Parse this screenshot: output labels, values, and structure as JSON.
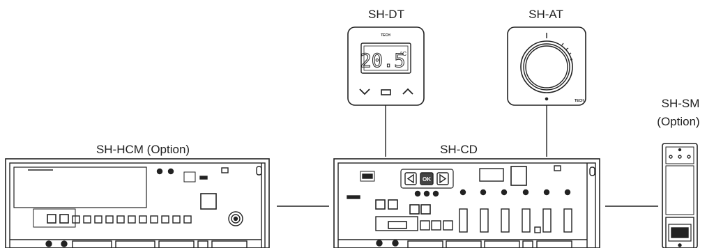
{
  "devices": {
    "digital_thermostat": {
      "label": "SH-DT",
      "display_value": "20.5",
      "unit": "°C",
      "brand": "TECH"
    },
    "analog_thermostat": {
      "label": "SH-AT",
      "brand": "TECH"
    },
    "signal_module": {
      "label_line1": "SH-SM",
      "label_line2": "(Option)"
    },
    "heating_control_module": {
      "label": "SH-HCM (Option)"
    },
    "central_device": {
      "label": "SH-CD",
      "ok_button": "OK"
    }
  },
  "colors": {
    "stroke": "#222222",
    "background": "#ffffff",
    "panel_fill": "#f2f2f2"
  }
}
